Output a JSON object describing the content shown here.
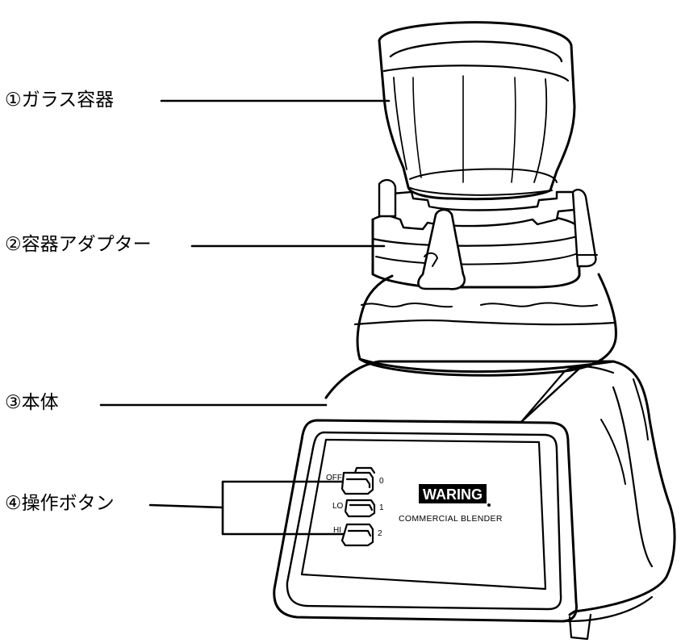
{
  "callouts": [
    {
      "label": "①ガラス容器"
    },
    {
      "label": "②容器アダプター"
    },
    {
      "label": "③本体"
    },
    {
      "label": "④操作ボタン"
    }
  ],
  "control_panel": {
    "switches": [
      {
        "left_label": "OFF",
        "right_label": "0"
      },
      {
        "left_label": "LO",
        "right_label": "1"
      },
      {
        "left_label": "HI",
        "right_label": "2"
      }
    ]
  },
  "branding": {
    "logo": "WARING",
    "product_name": "COMMERCIAL BLENDER"
  },
  "colors": {
    "ink": "#000000",
    "paper": "#ffffff",
    "logo_bg": "#000000"
  }
}
